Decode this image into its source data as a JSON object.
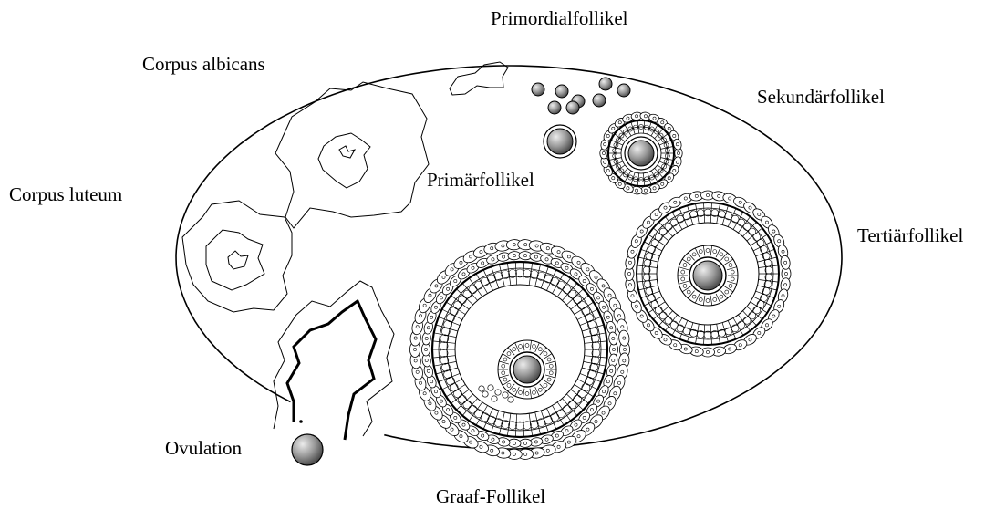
{
  "labels": {
    "primordial": "Primordialfollikel",
    "corpus_albicans": "Corpus albicans",
    "sekundaer": "Sekundärfollikel",
    "primaer": "Primärfollikel",
    "corpus_luteum": "Corpus luteum",
    "tertiaer": "Tertiärfollikel",
    "ovulation": "Ovulation",
    "graaf": "Graaf-Follikel"
  },
  "colors": {
    "line": "#000000",
    "background": "#ffffff",
    "oocyte_light": "#e6e6e6",
    "oocyte_dark": "#5a5a5a"
  }
}
